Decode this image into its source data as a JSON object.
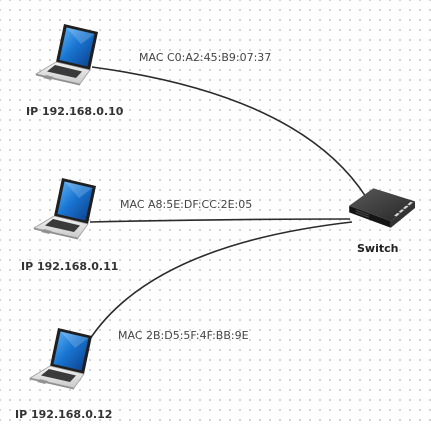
{
  "switch": {
    "label": "Switch",
    "icon": "network-switch-icon"
  },
  "hosts": [
    {
      "ip_label": "IP 192.168.0.10",
      "mac_label": "MAC C0:A2:45:B9:07:37",
      "icon": "laptop-icon"
    },
    {
      "ip_label": "IP 192.168.0.11",
      "mac_label": "MAC A8:5E:DF:CC:2E:05",
      "icon": "laptop-icon"
    },
    {
      "ip_label": "IP 192.168.0.12",
      "mac_label": "MAC 2B:D5:5F:4F:BB:9E",
      "icon": "laptop-icon"
    }
  ],
  "colors": {
    "screen": "#1565c0",
    "screen_highlight": "#64b5f6",
    "laptop_body": "#e8e8e8",
    "keyboard": "#3a3a3a",
    "switch_body": "#2b2b2b",
    "link": "#2b2b2b"
  }
}
